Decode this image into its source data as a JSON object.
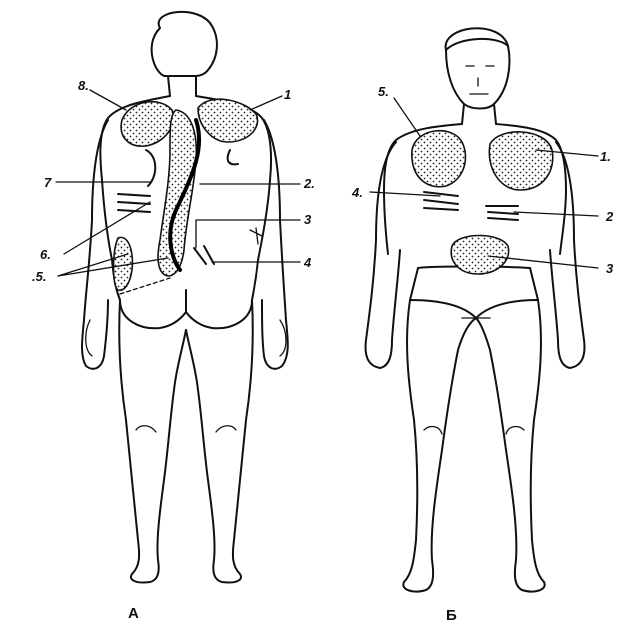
{
  "figure_a": {
    "caption": "А",
    "labels": {
      "l8": "8.",
      "l1": "1",
      "l7": "7",
      "l2": "2.",
      "l3": "3",
      "l6": "6.",
      "l5": ".5.",
      "l4": "4"
    }
  },
  "figure_b": {
    "caption": "Б",
    "labels": {
      "l5": "5.",
      "l1": "1.",
      "l4": "4.",
      "l2": "2",
      "l3": "3"
    }
  }
}
